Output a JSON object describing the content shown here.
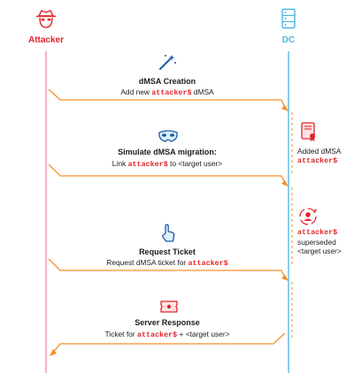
{
  "actors": {
    "attacker": {
      "label": "Attacker",
      "icon": "hacker-icon",
      "color": "#e0242b"
    },
    "dc": {
      "label": "DC",
      "icon": "server-icon",
      "color": "#49b6e5"
    }
  },
  "colors": {
    "arrow": "#f4902a",
    "highlight": "#e0242b",
    "lifeline_attacker": "#f28ba8",
    "lifeline_dc": "#49b6e5"
  },
  "steps": [
    {
      "title": "dMSA Creation",
      "desc_pre": "Add new ",
      "desc_hl": "attacker$",
      "desc_post": " dMSA",
      "icon": "magic-wand-icon"
    },
    {
      "title": "Simulate dMSA migration:",
      "desc_pre": "Link ",
      "desc_hl": "attacker$",
      "desc_post": " to <target user>",
      "icon": "mask-icon"
    },
    {
      "title": "Request Ticket",
      "desc_pre": "Request dMSA ticket for ",
      "desc_hl": "attacker$",
      "desc_post": "",
      "icon": "pointer-hand-icon"
    },
    {
      "title": "Server Response",
      "desc_pre": "Ticket for ",
      "desc_hl": "attacker$",
      "desc_post": " + <target user>",
      "icon": "ticket-icon"
    }
  ],
  "dc_notes": [
    {
      "line1": "Added dMSA",
      "line2_hl": "attacker$",
      "icon": "certificate-icon"
    },
    {
      "line1_hl": "attacker$",
      "line2": "superseded",
      "line3": "<target user>",
      "icon": "user-swap-icon"
    }
  ]
}
